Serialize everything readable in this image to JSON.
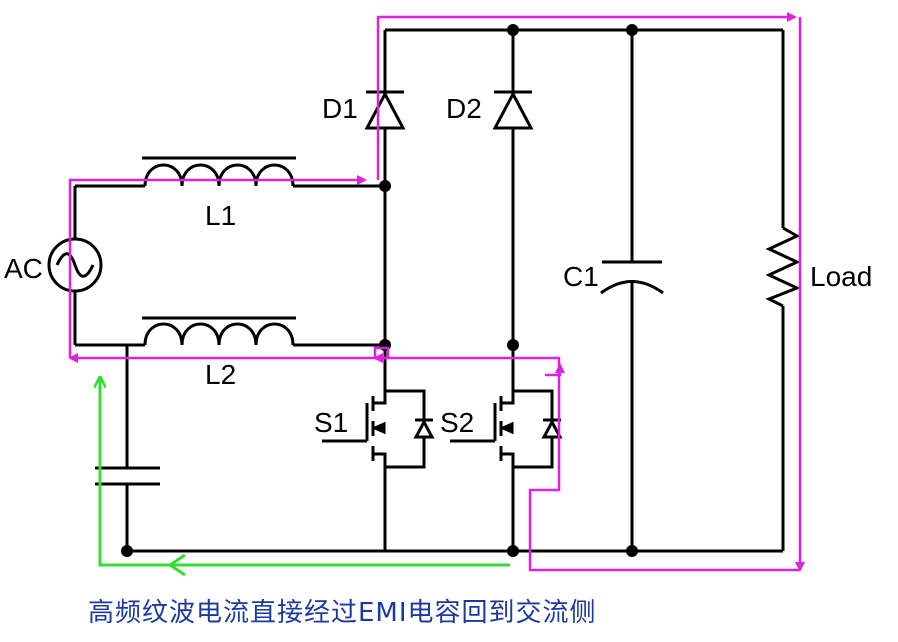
{
  "labels": {
    "ac": "AC",
    "l1": "L1",
    "l2": "L2",
    "d1": "D1",
    "d2": "D2",
    "s1": "S1",
    "s2": "S2",
    "c1": "C1",
    "load": "Load"
  },
  "caption": "高频纹波电流直接经过EMI电容回到交流侧",
  "colors": {
    "wire": "#000000",
    "current_path_magenta": "#e020e0",
    "ripple_path_green": "#33dd33",
    "caption_blue": "#1a3aa0"
  }
}
